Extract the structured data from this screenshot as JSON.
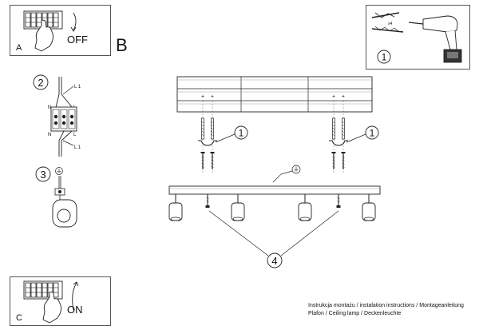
{
  "panel_a": {
    "letter": "A",
    "label": "OFF"
  },
  "panel_c": {
    "letter": "C",
    "label": "ON"
  },
  "panel_b": {
    "letter": "B"
  },
  "steps": {
    "one": "1",
    "two": "2",
    "three": "3",
    "four": "4"
  },
  "wiring": {
    "l1": "L 1",
    "n": "N",
    "l": "L"
  },
  "hardware": {
    "count": "x4"
  },
  "footer": {
    "line1": "Instrukcja montażu / instalation instructions / Montageanleitung",
    "line2": "Plafon / Ceiling lamp / Deckenleuchte"
  },
  "colors": {
    "line": "#222222",
    "frame": "#555555"
  }
}
